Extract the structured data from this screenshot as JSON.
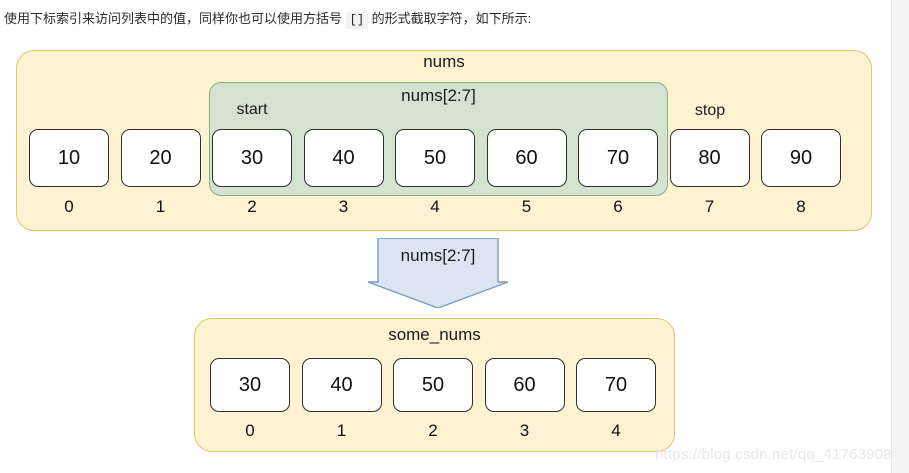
{
  "intro": {
    "text_before": "使用下标索引来访问列表中的值，同样你也可以使用方括号 ",
    "code": "[]",
    "text_after": " 的形式截取字符，如下所示:"
  },
  "colors": {
    "panel_fill": "#fdf2d2",
    "panel_border": "#e3c56e",
    "slice_fill": "#d3e3d0",
    "slice_border": "#8aab84",
    "cell_fill": "#ffffff",
    "cell_border": "#2f2f2f",
    "arrow_fill": "#dbe5f1",
    "arrow_border": "#7a9ec1",
    "watermark": "#e8e8e8"
  },
  "top_list": {
    "title": "nums",
    "slice_title": "nums[2:7]",
    "start_label": "start",
    "stop_label": "stop",
    "start_index": 2,
    "stop_index": 7,
    "values": [
      "10",
      "20",
      "30",
      "40",
      "50",
      "60",
      "70",
      "80",
      "90"
    ],
    "indices": [
      "0",
      "1",
      "2",
      "3",
      "4",
      "5",
      "6",
      "7",
      "8"
    ]
  },
  "arrow": {
    "label": "nums[2:7]",
    "direction": "down"
  },
  "bottom_list": {
    "title": "some_nums",
    "values": [
      "30",
      "40",
      "50",
      "60",
      "70"
    ],
    "indices": [
      "0",
      "1",
      "2",
      "3",
      "4"
    ]
  },
  "watermark": {
    "text": "https://blog.csdn.net/qq_41763908"
  }
}
